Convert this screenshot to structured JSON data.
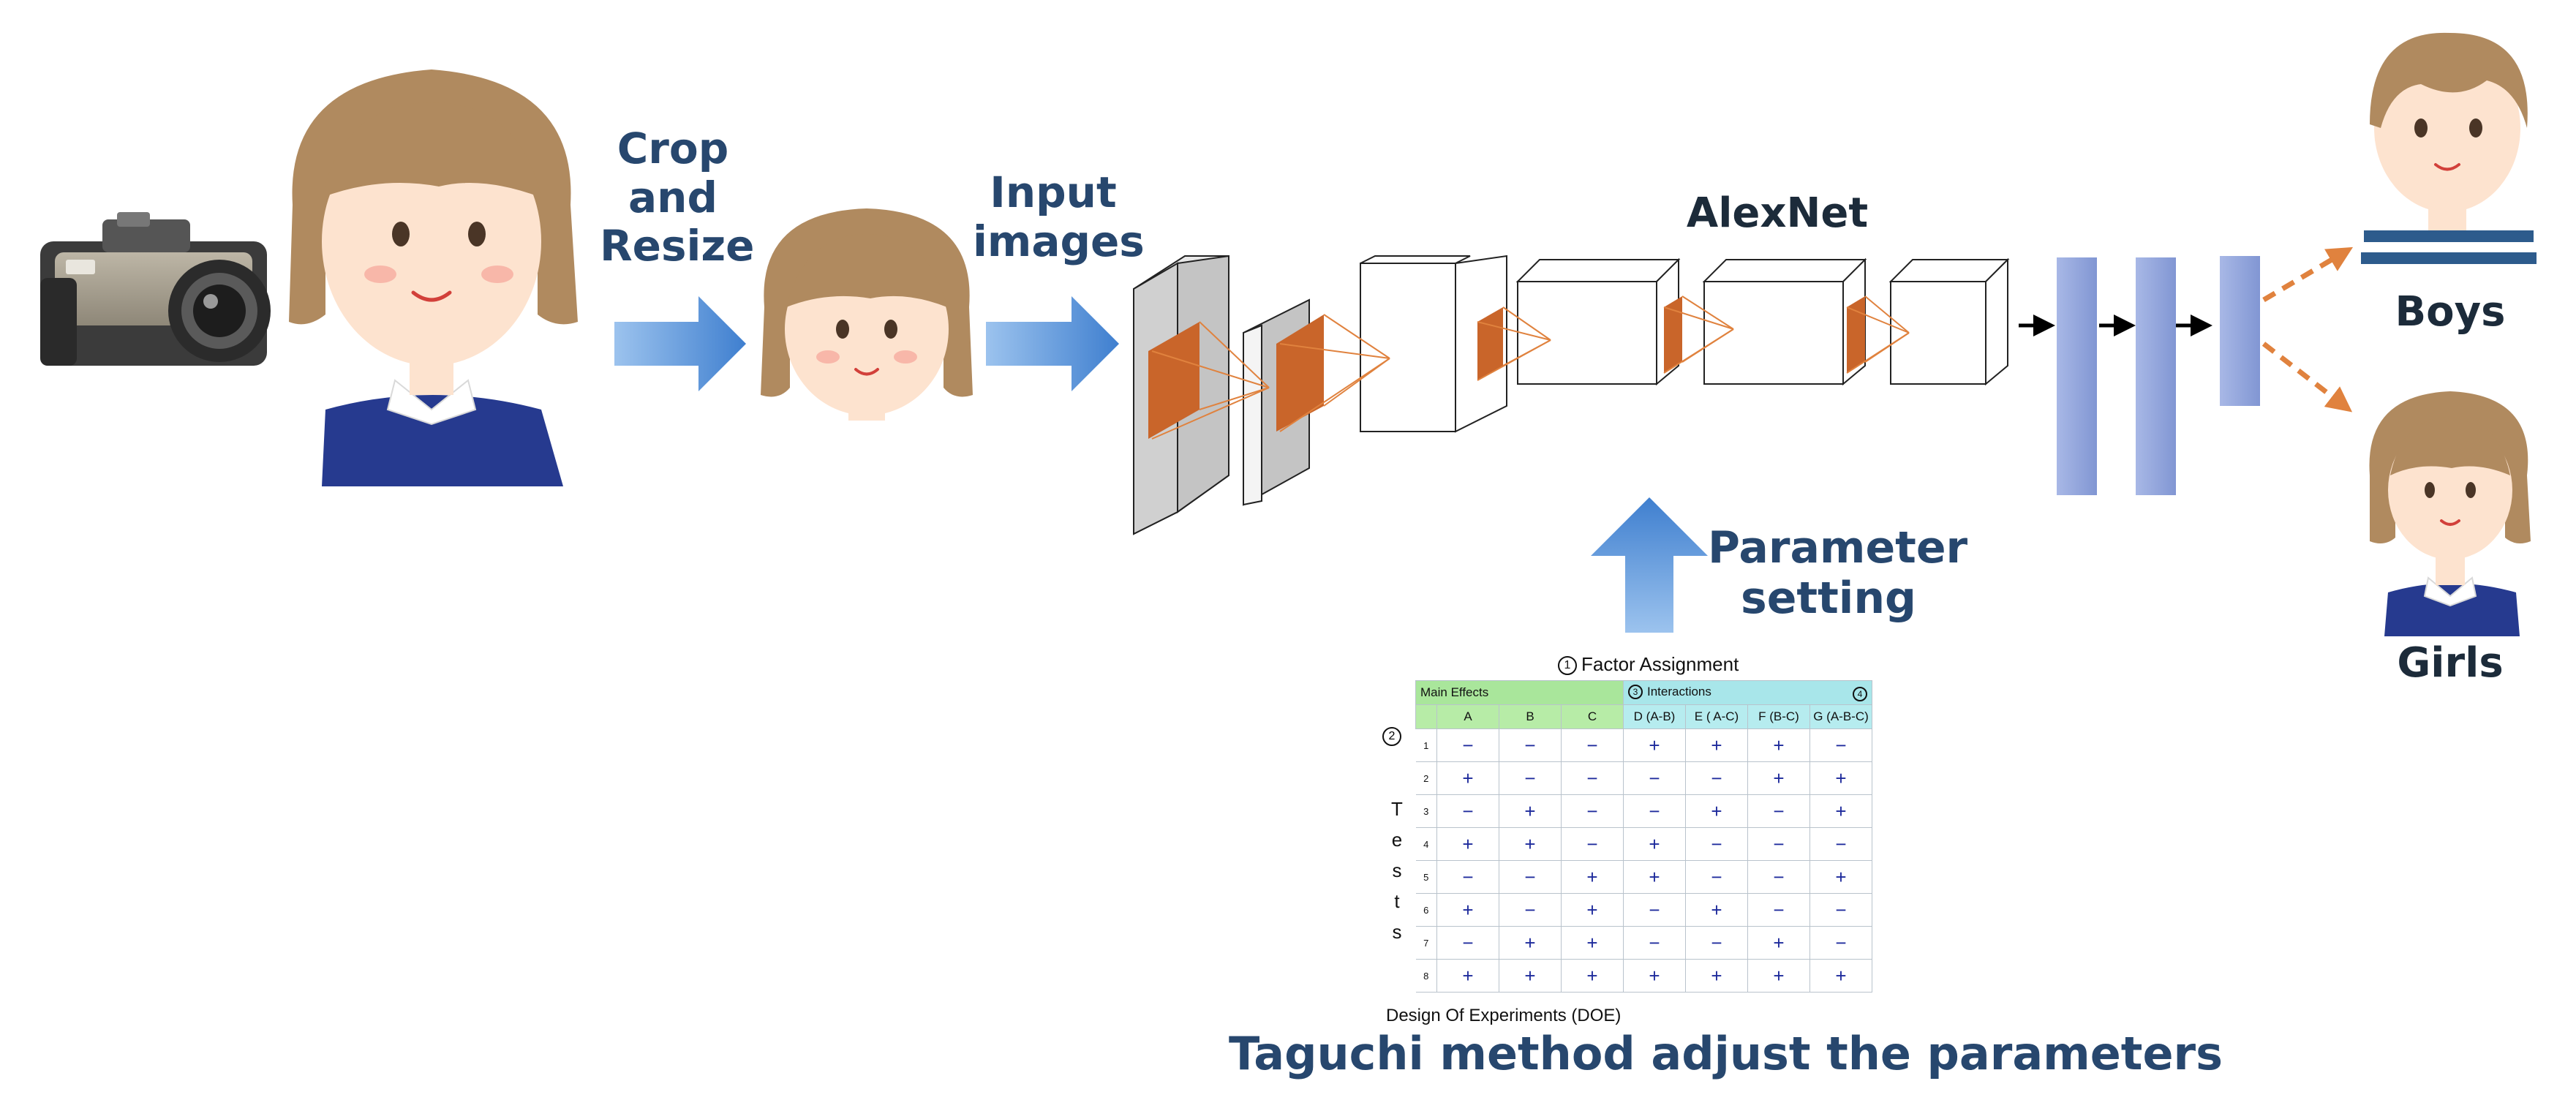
{
  "labels": {
    "crop_resize": [
      "Crop",
      "and",
      "Resize"
    ],
    "input_images": [
      "Input",
      "images"
    ],
    "alexnet": "AlexNet",
    "parameter_setting": [
      "Parameter",
      "setting"
    ],
    "boys": "Boys",
    "girls": "Girls",
    "taguchi": "Taguchi method adjust the parameters"
  },
  "doe_table": {
    "title_number": "1",
    "title": "Factor Assignment",
    "group_main": "Main Effects",
    "group_interactions_number": "3",
    "group_interactions": "Interactions",
    "corner_number": "4",
    "tests_number": "2",
    "tests_label": "Tests",
    "columns": [
      "A",
      "B",
      "C",
      "D (A-B)",
      "E ( A-C)",
      "F (B-C)",
      "G (A-B-C)"
    ],
    "rows": [
      {
        "test": "1",
        "values": [
          "−",
          "−",
          "−",
          "+",
          "+",
          "+",
          "−"
        ]
      },
      {
        "test": "2",
        "values": [
          "+",
          "−",
          "−",
          "−",
          "−",
          "+",
          "+"
        ]
      },
      {
        "test": "3",
        "values": [
          "−",
          "+",
          "−",
          "−",
          "+",
          "−",
          "+"
        ]
      },
      {
        "test": "4",
        "values": [
          "+",
          "+",
          "−",
          "+",
          "−",
          "−",
          "−"
        ]
      },
      {
        "test": "5",
        "values": [
          "−",
          "−",
          "+",
          "+",
          "−",
          "−",
          "+"
        ]
      },
      {
        "test": "6",
        "values": [
          "+",
          "−",
          "+",
          "−",
          "+",
          "−",
          "−"
        ]
      },
      {
        "test": "7",
        "values": [
          "−",
          "+",
          "+",
          "−",
          "−",
          "+",
          "−"
        ]
      },
      {
        "test": "8",
        "values": [
          "+",
          "+",
          "+",
          "+",
          "+",
          "+",
          "+"
        ]
      }
    ],
    "caption": "Design Of Experiments (DOE)"
  },
  "colors": {
    "label_text": "#27476e",
    "blue_arrow": "#4f8fd6",
    "conv_fill": "#c9652a",
    "fc_layer": "#8fa3d9",
    "dashed_arrow": "#e0823e",
    "hair": "#b08a5f",
    "shirt": "#263a8f",
    "skin": "#fde3cf"
  },
  "icons": {
    "camera": "camera-icon",
    "arrows": "blue-block-arrow"
  }
}
